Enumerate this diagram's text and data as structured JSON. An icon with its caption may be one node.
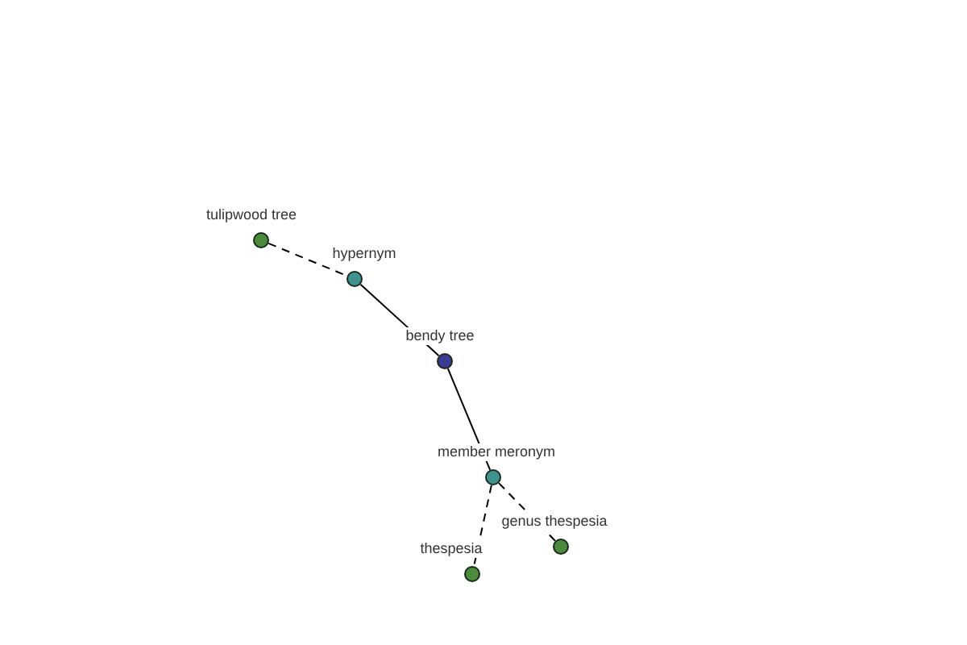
{
  "diagram": {
    "nodes": [
      {
        "text": [],
        "shape": "circle",
        "beside": [
          "tulipwood tree"
        ]
      },
      {
        "text": [],
        "shape": "circle",
        "beside": [
          "hypernym"
        ]
      },
      {
        "text": [],
        "shape": "circle",
        "beside": [
          "bendy tree"
        ]
      },
      {
        "text": [],
        "shape": "circle",
        "beside": [
          "member meronym"
        ]
      },
      {
        "text": [],
        "shape": "circle",
        "beside": [
          "genus thespesia"
        ]
      },
      {
        "text": [],
        "shape": "circle",
        "beside": [
          "thespesia"
        ]
      }
    ],
    "edges": [
      {
        "from": 0,
        "to": 1,
        "arrow": "none",
        "style": "dashed"
      },
      {
        "from": 1,
        "to": 2,
        "arrow": "none"
      },
      {
        "from": 2,
        "to": 3,
        "arrow": "none"
      },
      {
        "from": 3,
        "to": 5,
        "arrow": "none",
        "style": "dashed"
      },
      {
        "from": 3,
        "to": 4,
        "arrow": "none",
        "style": "dashed"
      }
    ]
  }
}
